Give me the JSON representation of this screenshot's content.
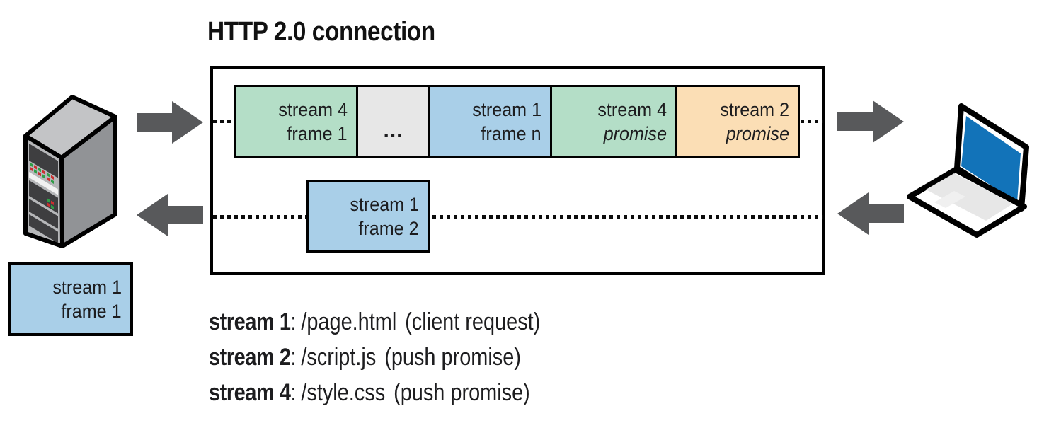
{
  "title": "HTTP 2.0 connection",
  "connection_box": {
    "frames": [
      {
        "stream": "stream 4",
        "frame": "frame 1",
        "fill": "#b4dec7"
      },
      {
        "label": "...",
        "fill": "#e7e7e7"
      },
      {
        "stream": "stream 1",
        "frame": "frame n",
        "fill": "#a9cfe8"
      },
      {
        "stream": "stream 4",
        "frame": "promise",
        "fill": "#b4dec7"
      },
      {
        "stream": "stream 2",
        "frame": "promise",
        "fill": "#fbdeb5"
      }
    ],
    "response_frame": {
      "stream": "stream 1",
      "frame": "frame 2",
      "fill": "#a9cfe8"
    }
  },
  "queued_frame": {
    "stream": "stream 1",
    "frame": "frame 1",
    "fill": "#a9cfe8"
  },
  "legend": [
    {
      "label": "stream 1",
      "separator": ":",
      "path": "/page.html",
      "note": "(client request)"
    },
    {
      "label": "stream 2",
      "separator": ":",
      "path": "/script.js",
      "note": "(push promise)"
    },
    {
      "label": "stream 4",
      "separator": ":",
      "path": "/style.css",
      "note": "(push promise)"
    }
  ],
  "icons": {
    "server": "server-icon",
    "laptop": "laptop-icon",
    "arrows": [
      "arrow-right-icon",
      "arrow-left-icon",
      "arrow-right-icon",
      "arrow-left-icon"
    ]
  },
  "colors": {
    "frame_green": "#b4dec7",
    "frame_blue": "#a9cfe8",
    "frame_orange": "#fbdeb5",
    "frame_gray": "#e7e7e7",
    "arrow_gray": "#58595b",
    "laptop_screen": "#1273b9",
    "outline": "#000000"
  }
}
